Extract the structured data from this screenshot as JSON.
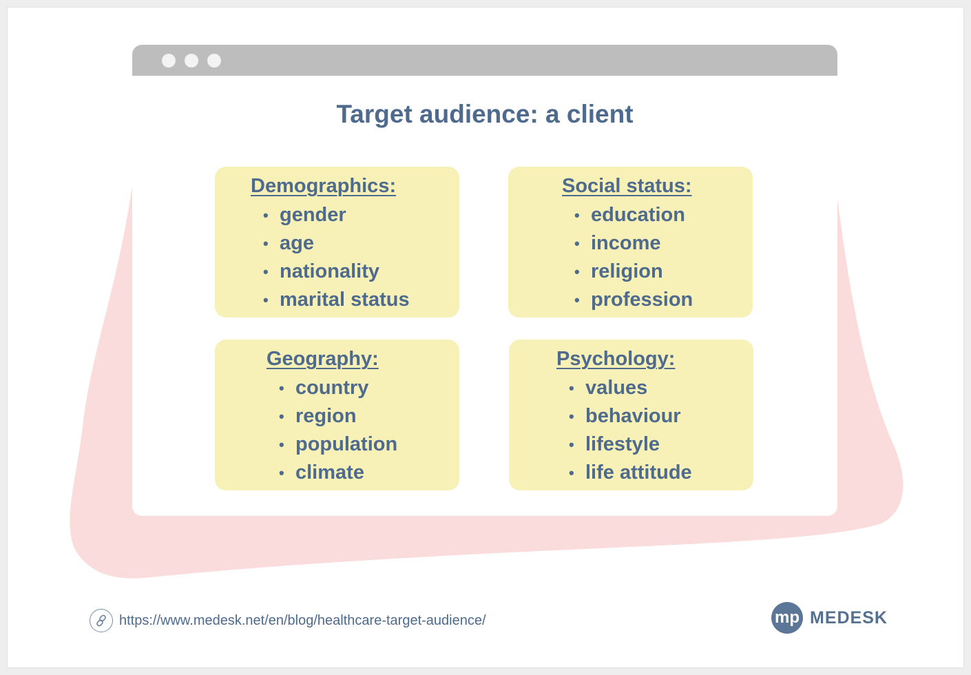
{
  "title": "Target audience: a client",
  "cards": [
    {
      "heading": "Demographics:",
      "items": [
        "gender",
        "age",
        "nationality",
        "marital status"
      ]
    },
    {
      "heading": "Social status:",
      "items": [
        "education",
        "income",
        "religion",
        "profession"
      ]
    },
    {
      "heading": "Geography:",
      "items": [
        "country",
        "region",
        "population",
        "climate"
      ]
    },
    {
      "heading": "Psychology:",
      "items": [
        "values",
        "behaviour",
        "lifestyle",
        "life attitude"
      ]
    }
  ],
  "footer": {
    "url": "https://www.medesk.net/en/blog/healthcare-target-audience/",
    "brand": "MEDESK",
    "logo_mark": "mp"
  },
  "colors": {
    "text": "#4e6a8c",
    "card": "#f7f1b8",
    "blob": "#f9dcdb",
    "bar": "#bdbdbd"
  }
}
